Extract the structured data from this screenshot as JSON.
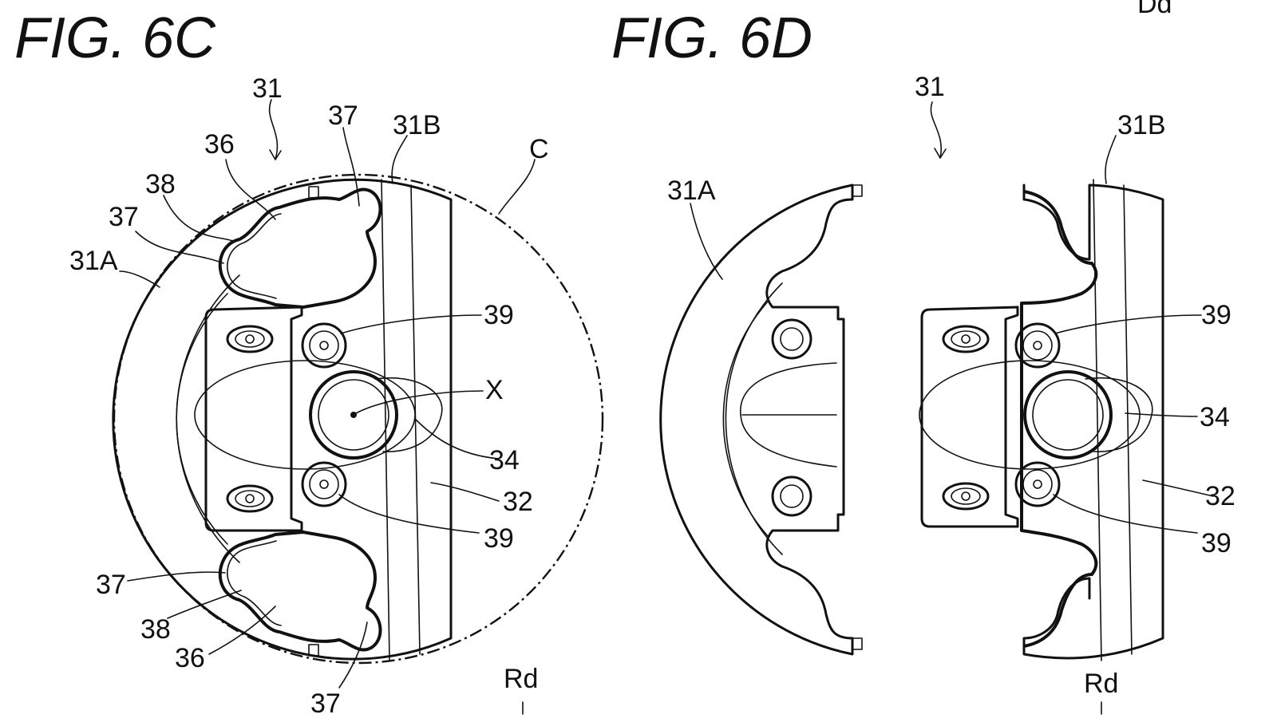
{
  "figures": {
    "left_title": "FIG. 6C",
    "right_title": "FIG. 6D",
    "corner_label": "Dd"
  },
  "labels_6c": {
    "assembly": "31",
    "outer_part": "31A",
    "inner_part": "31B",
    "circle": "C",
    "lobe_upper_right": "37",
    "lobe_upper_left_36": "36",
    "lobe_upper_left_38": "38",
    "lobe_upper_left_37": "37",
    "lobe_lower_left_37": "37",
    "lobe_lower_left_38": "38",
    "lobe_lower_left_36": "36",
    "lobe_lower_37": "37",
    "pin_upper": "39",
    "axis": "X",
    "hub": "34",
    "base": "32",
    "pin_lower": "39",
    "direction": "Rd"
  },
  "labels_6d": {
    "assembly": "31",
    "outer_part": "31A",
    "inner_part": "31B",
    "pin_upper": "39",
    "hub": "34",
    "base": "32",
    "pin_lower": "39",
    "direction": "Rd"
  }
}
